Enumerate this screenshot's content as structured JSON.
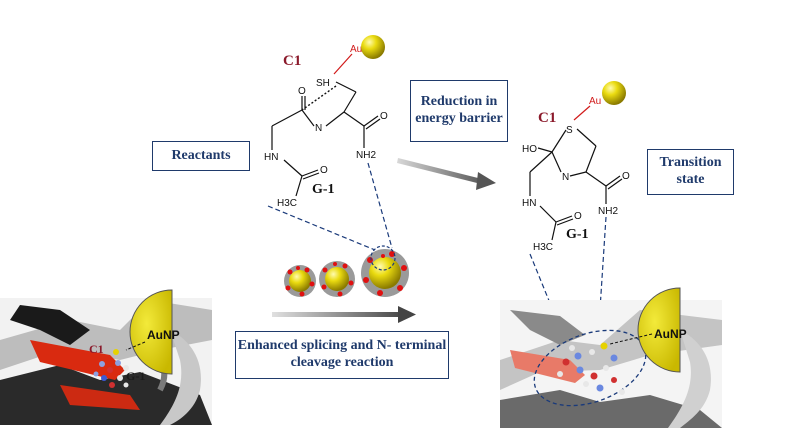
{
  "boxes": {
    "reactants": "Reactants",
    "reduction": "Reduction in energy barrier",
    "transition": "Transition state",
    "enhanced": "Enhanced splicing and N- terminal cleavage reaction"
  },
  "reactant_molecule": {
    "c1": "C1",
    "au": "Au",
    "sh": "SH",
    "o1": "O",
    "n1": "N",
    "o2": "O",
    "nh2": "NH2",
    "hn": "HN",
    "o3": "O",
    "h3c": "H3C",
    "name": "G-1"
  },
  "transition_molecule": {
    "c1": "C1",
    "au": "Au",
    "s": "S",
    "ho": "HO",
    "n": "N",
    "o1": "O",
    "nh2": "NH2",
    "hn": "HN",
    "o2": "O",
    "h3c": "H3C",
    "name": "G-1"
  },
  "left_panel": {
    "aunp": "AuNP",
    "c1": "C1",
    "g1": "G-1"
  },
  "right_panel": {
    "aunp": "AuNP"
  },
  "colors": {
    "box_border": "#1f3a6b",
    "box_text": "#1f3a6b",
    "c1_label": "#8b1a2b",
    "au_label": "#d11a1a",
    "gold": "#e6d200"
  }
}
